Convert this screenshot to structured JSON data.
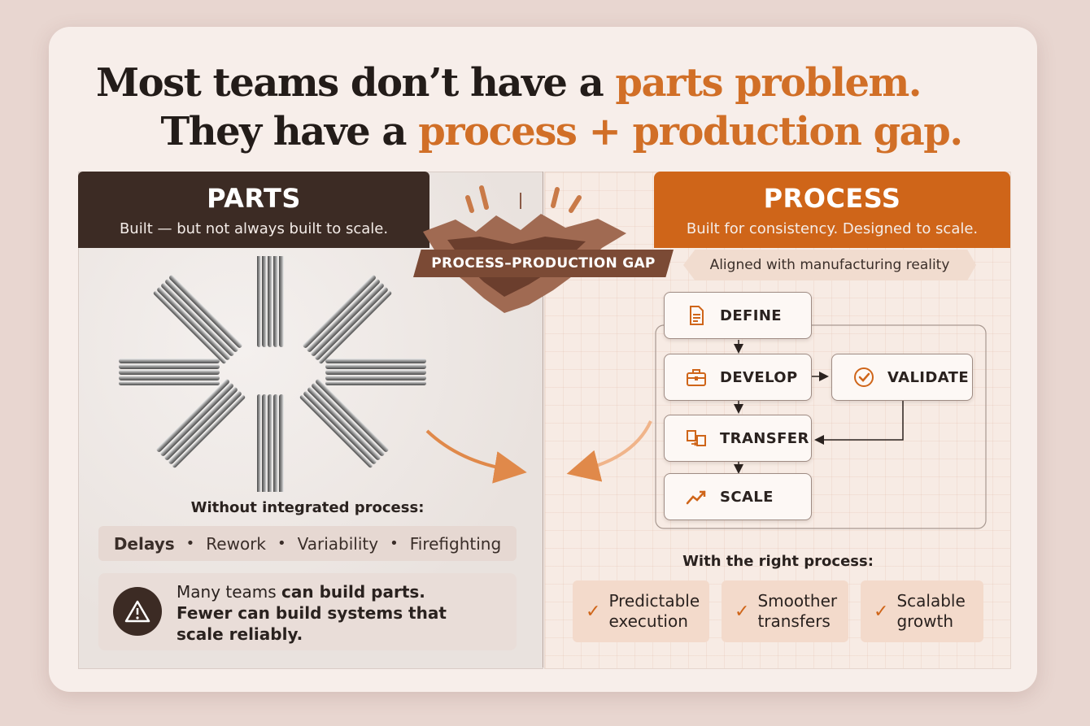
{
  "headline": {
    "line1_plain": "Most teams don’t have a ",
    "line1_accent": "parts problem.",
    "line2_plain": "They have a ",
    "line2_accent": "process + production gap."
  },
  "parts": {
    "title": "PARTS",
    "subtitle": "Built — but not always built to scale.",
    "without_label": "Without integrated process:",
    "problems": [
      "Delays",
      "Rework",
      "Variability",
      "Firefighting"
    ],
    "warning": {
      "icon": "warning-triangle-icon",
      "t1": "Many teams ",
      "t2": "can build parts.",
      "t3": "Fewer can build systems that",
      "t4": "scale reliably."
    }
  },
  "gap": {
    "label": "PROCESS–PRODUCTION GAP"
  },
  "process": {
    "title": "PROCESS",
    "subtitle": "Built for consistency. Designed to scale.",
    "aligned": "Aligned with manufacturing reality",
    "steps": [
      {
        "label": "DEFINE",
        "icon": "document-icon"
      },
      {
        "label": "DEVELOP",
        "icon": "toolbox-icon"
      },
      {
        "label": "VALIDATE",
        "icon": "check-circle-icon"
      },
      {
        "label": "TRANSFER",
        "icon": "transfer-icon"
      },
      {
        "label": "SCALE",
        "icon": "trend-up-icon"
      }
    ],
    "with_label": "With the right process:",
    "benefits": [
      {
        "l1": "Predictable",
        "l2": "execution"
      },
      {
        "l1": "Smoother",
        "l2": "transfers"
      },
      {
        "l1": "Scalable",
        "l2": "growth"
      }
    ]
  },
  "colors": {
    "accent": "#d16f27",
    "dark_brown": "#3c2b24",
    "process_orange": "#cf6519"
  }
}
